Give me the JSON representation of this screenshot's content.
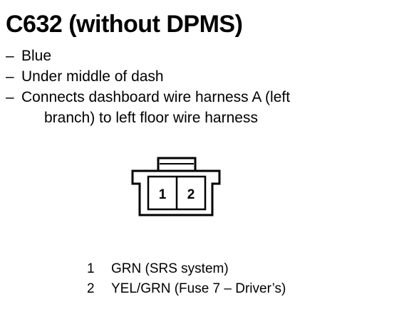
{
  "title": "C632 (without DPMS)",
  "bullets": [
    {
      "dash": "–",
      "lines": [
        "Blue"
      ]
    },
    {
      "dash": "–",
      "lines": [
        "Under middle of dash"
      ]
    },
    {
      "dash": "–",
      "lines": [
        "Connects dashboard wire harness A (left",
        "branch) to left floor wire harness"
      ]
    }
  ],
  "connector": {
    "pins": [
      "1",
      "2"
    ]
  },
  "pinout": [
    {
      "pin": "1",
      "desc": "GRN (SRS system)"
    },
    {
      "pin": "2",
      "desc": "YEL/GRN (Fuse 7 – Driver’s)"
    }
  ]
}
